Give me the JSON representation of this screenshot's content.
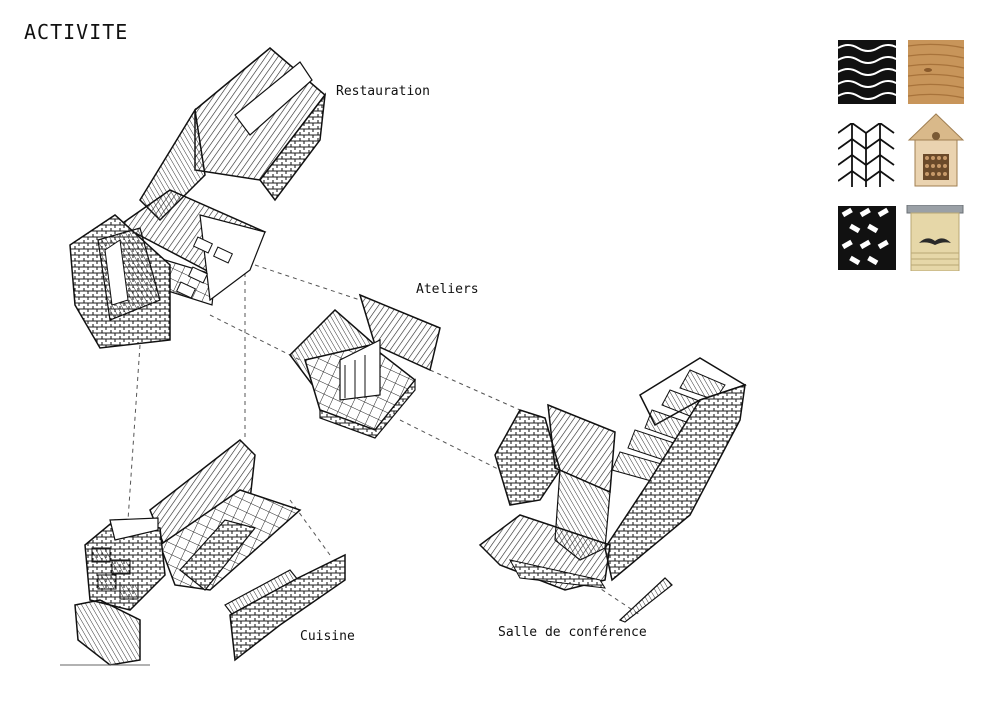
{
  "page": {
    "title": "ACTIVITE"
  },
  "labels": {
    "restauration": "Restauration",
    "ateliers": "Ateliers",
    "cuisine": "Cuisine",
    "salle": "Salle de conférence"
  },
  "materials": [
    {
      "name": "woven-weave-texture"
    },
    {
      "name": "wood-texture"
    },
    {
      "name": "diamond-weave-texture"
    },
    {
      "name": "insect-hotel-image"
    },
    {
      "name": "basket-weave-texture"
    },
    {
      "name": "bat-house-image"
    }
  ],
  "colors": {
    "ink": "#111111",
    "wood": "#c8955a",
    "paper": "#ffffff"
  }
}
